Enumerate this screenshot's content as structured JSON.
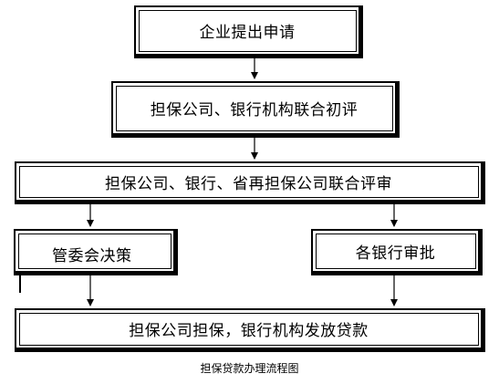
{
  "nodes": {
    "n1": "企业提出申请",
    "n2": "担保公司、银行机构联合初评",
    "n3": "担保公司、银行、省再担保公司联合评审",
    "n4": "管委会决策",
    "n5": "各银行审批",
    "n6": "担保公司担保，银行机构发放贷款"
  },
  "caption": "担保贷款办理流程图",
  "edges": [
    {
      "from": "n1",
      "to": "n2"
    },
    {
      "from": "n2",
      "to": "n3"
    },
    {
      "from": "n3",
      "to": "n4"
    },
    {
      "from": "n3",
      "to": "n5"
    },
    {
      "from": "n4",
      "to": "n6"
    },
    {
      "from": "n5",
      "to": "n6"
    }
  ]
}
